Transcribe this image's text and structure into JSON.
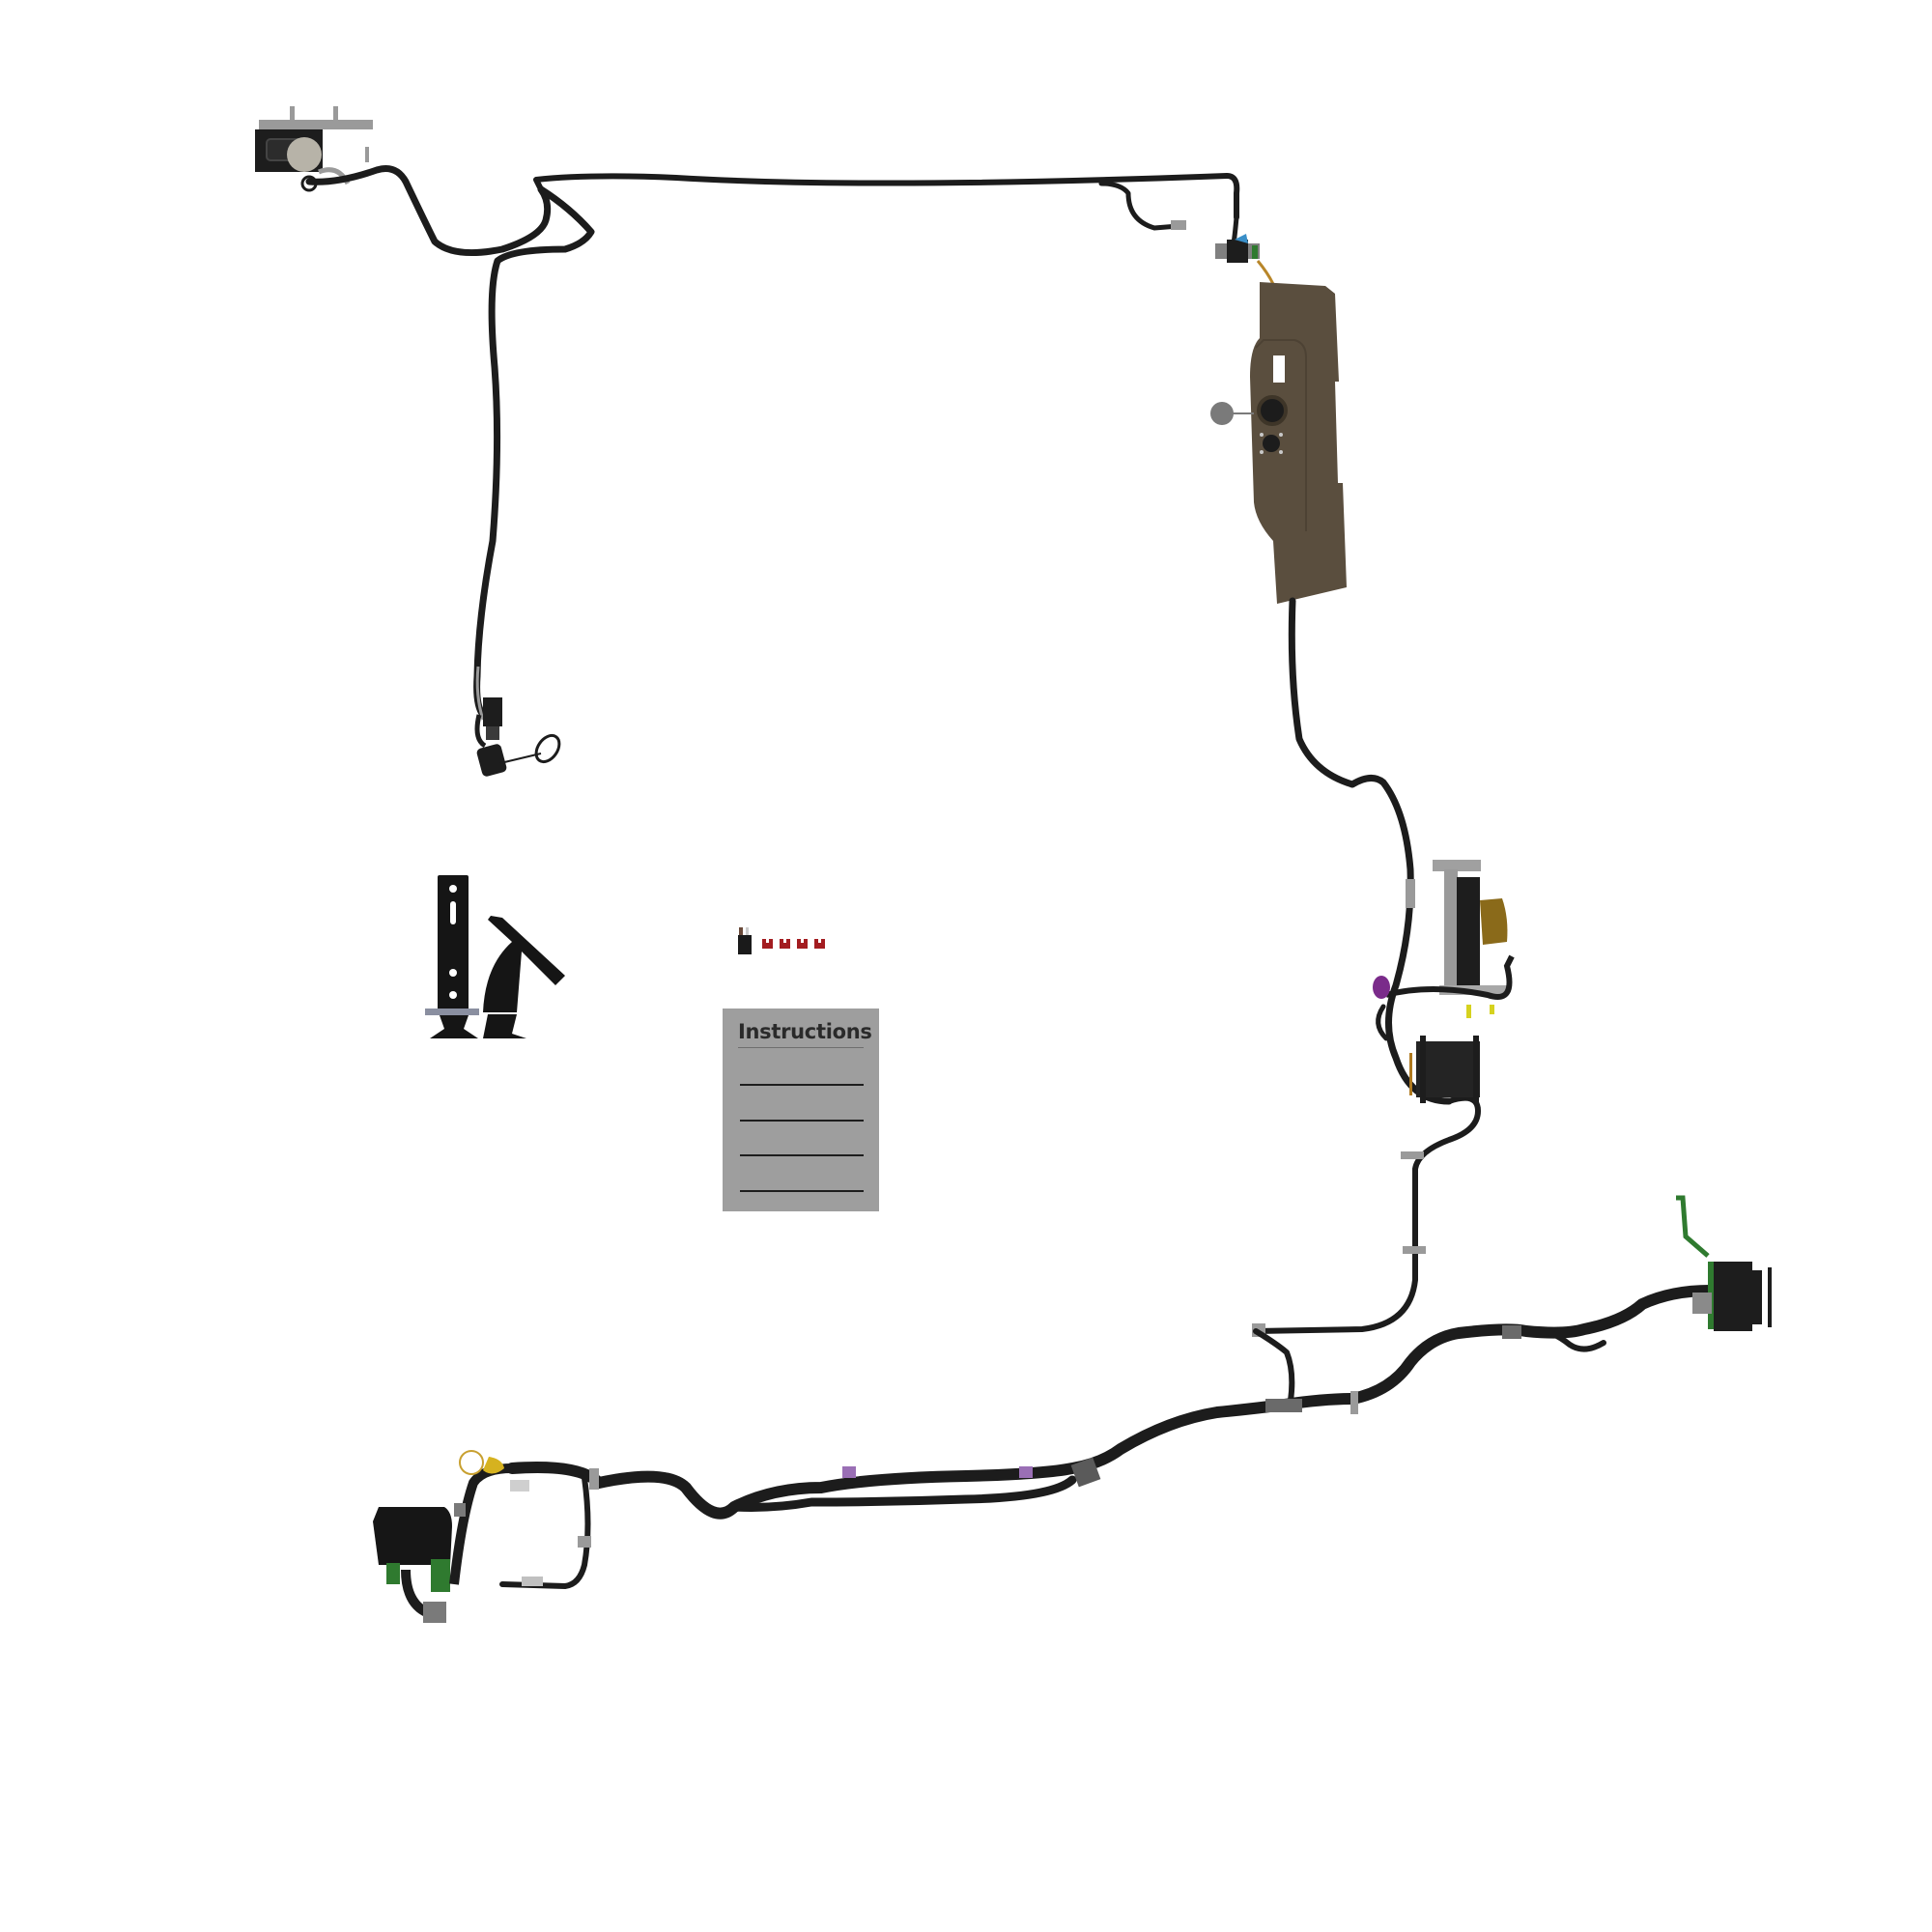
{
  "scene": {
    "description": "Exploded product render of a vehicle wiring harness kit on a white background",
    "background_color": "#ffffff"
  },
  "instructions_sheet": {
    "title": "Instructions",
    "line_count": 4,
    "sheet_color": "#9e9e9e"
  },
  "components": [
    {
      "name": "top-left-bracket-connector",
      "description": "Metal bracket with black connector module"
    },
    {
      "name": "overhead-harness",
      "description": "Long black harness cable running across top"
    },
    {
      "name": "pigtail-connector-with-dust-cap",
      "description": "Sealed round connector with tethered dust cap"
    },
    {
      "name": "blue-green-inline-connector",
      "description": "Inline connector with blue latch and green seal, orange lead"
    },
    {
      "name": "brown-trim-panel",
      "description": "Brown plastic side trim panel with two round ports"
    },
    {
      "name": "mounting-brackets",
      "description": "Two black mounting brackets"
    },
    {
      "name": "relay-and-fuses",
      "description": "Black relay with four red mini fuses"
    },
    {
      "name": "control-module-assembly",
      "description": "Module with gold connector and purple connector"
    },
    {
      "name": "trailer-socket-connector",
      "description": "Black socket with green bracket"
    },
    {
      "name": "lower-main-harness",
      "description": "Thick black main harness with purple tape markers and grey clips"
    },
    {
      "name": "bottom-left-connector-block",
      "description": "Large black connector block with green seals and yellow clip"
    }
  ],
  "colors": {
    "cable": "#1c1c1c",
    "panel_brown": "#5a4e3e",
    "fuse_red": "#a31c20",
    "purple_tape": "#9a6fb5",
    "clip_grey": "#9a9a9a",
    "bracket_green": "#2f7a2f",
    "gold_connector": "#8a6a1a",
    "yellow_clip": "#d6b21f",
    "blue_latch": "#3a8fc8"
  }
}
